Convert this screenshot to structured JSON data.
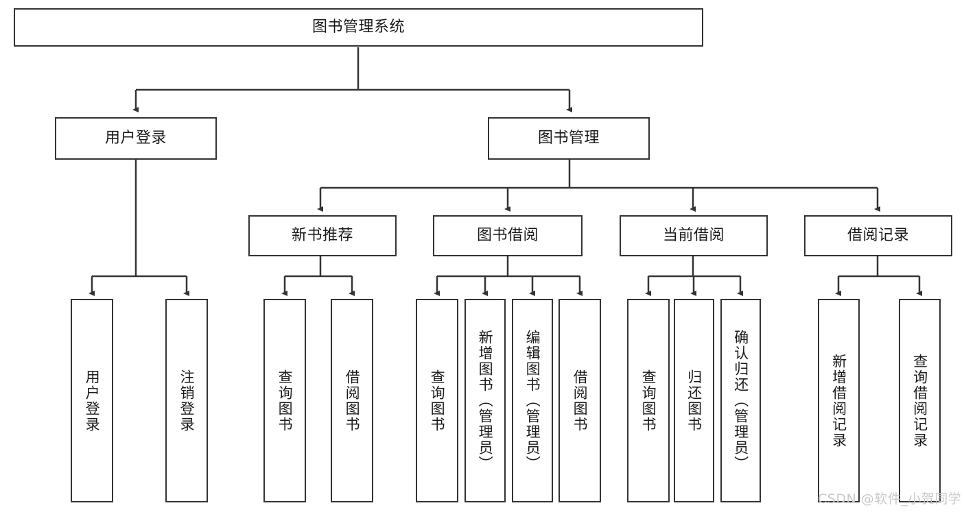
{
  "diagram": {
    "type": "hierarchy-tree",
    "title": "图书管理系统",
    "root": {
      "id": "root",
      "label": "图书管理系统"
    },
    "level2": [
      {
        "id": "user-login",
        "label": "用户登录"
      },
      {
        "id": "book-management",
        "label": "图书管理"
      }
    ],
    "level3": [
      {
        "id": "new-book-recommend",
        "label": "新书推荐",
        "parent": "book-management"
      },
      {
        "id": "book-borrow",
        "label": "图书借阅",
        "parent": "book-management"
      },
      {
        "id": "current-borrow",
        "label": "当前借阅",
        "parent": "book-management"
      },
      {
        "id": "borrow-record",
        "label": "借阅记录",
        "parent": "book-management"
      }
    ],
    "leaves": [
      {
        "id": "leaf-user-login",
        "label": "用户登录",
        "parent": "user-login"
      },
      {
        "id": "leaf-user-logout",
        "label": "注销登录",
        "parent": "user-login"
      },
      {
        "id": "leaf-query-book-1",
        "label": "查询图书",
        "parent": "new-book-recommend"
      },
      {
        "id": "leaf-borrow-book-1",
        "label": "借阅图书",
        "parent": "new-book-recommend"
      },
      {
        "id": "leaf-query-book-2",
        "label": "查询图书",
        "parent": "book-borrow"
      },
      {
        "id": "leaf-add-book",
        "label": "新增图书（管理员）",
        "parent": "book-borrow"
      },
      {
        "id": "leaf-edit-book",
        "label": "编辑图书（管理员）",
        "parent": "book-borrow"
      },
      {
        "id": "leaf-borrow-book-2",
        "label": "借阅图书",
        "parent": "book-borrow"
      },
      {
        "id": "leaf-query-book-3",
        "label": "查询图书",
        "parent": "current-borrow"
      },
      {
        "id": "leaf-return-book",
        "label": "归还图书",
        "parent": "current-borrow"
      },
      {
        "id": "leaf-confirm-return",
        "label": "确认归还（管理员）",
        "parent": "current-borrow"
      },
      {
        "id": "leaf-add-record",
        "label": "新增借阅记录",
        "parent": "borrow-record"
      },
      {
        "id": "leaf-query-record",
        "label": "查询借阅记录",
        "parent": "borrow-record"
      }
    ],
    "colors": {
      "stroke": "#333333",
      "background": "#ffffff",
      "text": "#1a1a1a",
      "watermark": "#c9c9c9"
    }
  },
  "watermark": {
    "text": "CSDN @软件_小贺同学"
  }
}
